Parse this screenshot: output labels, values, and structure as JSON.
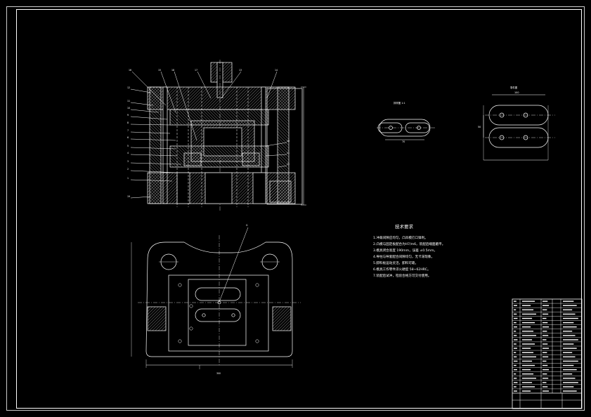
{
  "callouts_section": [
    "16",
    "15",
    "18",
    "17",
    "13",
    "14",
    "12",
    "11",
    "10",
    "9",
    "8",
    "7",
    "6",
    "5",
    "4",
    "3",
    "2",
    "1",
    "19",
    "20",
    "21",
    "22"
  ],
  "callout_plan": "G",
  "view_labels": {
    "strip_layout": "排样图 1:1",
    "part_view": "零件图"
  },
  "dims": {
    "plan_width": "300",
    "part_width": "100",
    "part_height": "50",
    "strip_width": "70"
  },
  "tech_req": {
    "title": "技术要求",
    "items": [
      "1.冲裁间隙应均匀，凸凹模刃口锋利。",
      "2.凸模与固定板配合为H7/m6，装配后端面磨平。",
      "3.模具闭合高度 190mm，误差 ±0.5mm。",
      "4.导柱与导套配合间隙均匀，无卡滞现象。",
      "5.卸料板运动灵活，卸料可靠。",
      "6.模具工作零件淬火硬度 58~62HRC。",
      "7.装配后试冲，检验合格方可交付使用。"
    ]
  },
  "colors": {
    "background": "#000000",
    "line": "#ffffff",
    "hatch": "#bbbbbb"
  }
}
